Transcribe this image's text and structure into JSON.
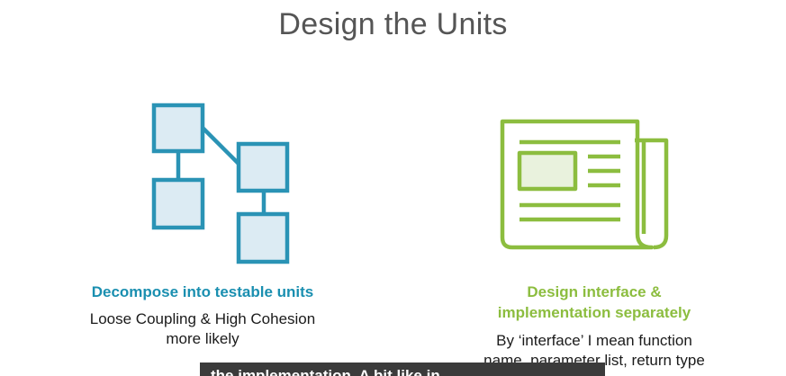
{
  "slide": {
    "title": "Design the Units"
  },
  "left": {
    "icon": "unit-decomposition-diagram-icon",
    "heading": "Decompose into testable units",
    "body_line1": "Loose Coupling & High Cohesion",
    "body_line2": "more likely"
  },
  "right": {
    "icon": "newspaper-icon",
    "heading_line1": "Design interface &",
    "heading_line2": "implementation separately",
    "body_line1": "By ‘interface’ I mean function",
    "body_line2": "name, parameter list, return type"
  },
  "caption": {
    "text": "the implementation. A bit like in"
  },
  "colors": {
    "accent_blue": "#1a8fb0",
    "accent_green": "#8cbd3f",
    "title_gray": "#555555",
    "caption_bg": "#3b3b3b"
  }
}
